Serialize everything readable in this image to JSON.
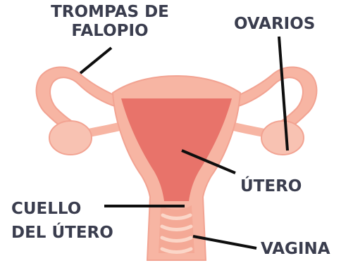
{
  "labels": {
    "trompas_line1": "TROMPAS DE",
    "trompas_line2": "FALOPIO",
    "ovarios": "OVARIOS",
    "utero": "ÚTERO",
    "cuello_line1": "CUELLO",
    "cuello_line2": "DEL ÚTERO",
    "vagina": "VAGINA"
  },
  "colors": {
    "text": "#3a3d4e",
    "leader_line": "#0e0e0e",
    "tissue_light": "#f7b5a3",
    "tissue_outline": "#f2a392",
    "uterus_inner": "#e8736a",
    "ovary": "#f8c2b2",
    "vaginal_ridge": "#fbd6c8"
  }
}
